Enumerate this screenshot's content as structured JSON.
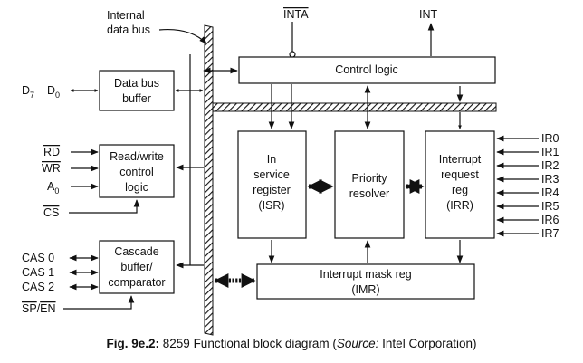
{
  "labels": {
    "internal_bus_line1": "Internal",
    "internal_bus_line2": "data bus",
    "inta": "INTA",
    "int": "INT",
    "data_bus_pins": "D7 – D0",
    "control_logic": "Control logic",
    "data_bus_buffer_line1": "Data bus",
    "data_bus_buffer_line2": "buffer",
    "rw_line1": "Read/write",
    "rw_line2": "control",
    "rw_line3": "logic",
    "cascade_line1": "Cascade",
    "cascade_line2": "buffer/",
    "cascade_line3": "comparator",
    "isr_line1": "In",
    "isr_line2": "service",
    "isr_line3": "register",
    "isr_line4": "(ISR)",
    "priority_line1": "Priority",
    "priority_line2": "resolver",
    "irr_line1": "Interrupt",
    "irr_line2": "request",
    "irr_line3": "reg",
    "irr_line4": "(IRR)",
    "imr_line1": "Interrupt mask reg",
    "imr_line2": "(IMR)"
  },
  "pins": {
    "rd": "RD",
    "wr": "WR",
    "a0": "A0",
    "cs": "CS",
    "cas": [
      "CAS 0",
      "CAS 1",
      "CAS 2"
    ],
    "sp_en": "SP/EN",
    "ir": [
      "IR0",
      "IR1",
      "IR2",
      "IR3",
      "IR4",
      "IR5",
      "IR6",
      "IR7"
    ]
  },
  "caption": {
    "fig": "Fig. 9e.2:",
    "text": " 8259 Functional block diagram (",
    "source_label": "Source:",
    "source": " Intel Corporation)"
  }
}
